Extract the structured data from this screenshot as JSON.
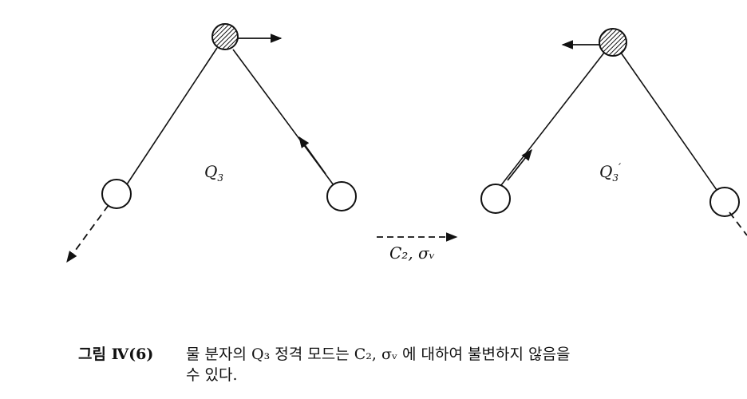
{
  "diagram": {
    "left_label_main": "Q",
    "left_label_sub": "3",
    "right_label_main": "Q",
    "right_label_sub": "3",
    "right_label_prime": "′",
    "operation_label": "C₂, σᵥ"
  },
  "caption": {
    "label": "그림 Ⅳ(6)",
    "line1": "물 분자의 Q₃ 정격 모드는 C₂, σᵥ 에 대하여 불변하지 않음을",
    "line2": "수 있다."
  },
  "colors": {
    "ink": "#111111",
    "paper": "#ffffff"
  }
}
